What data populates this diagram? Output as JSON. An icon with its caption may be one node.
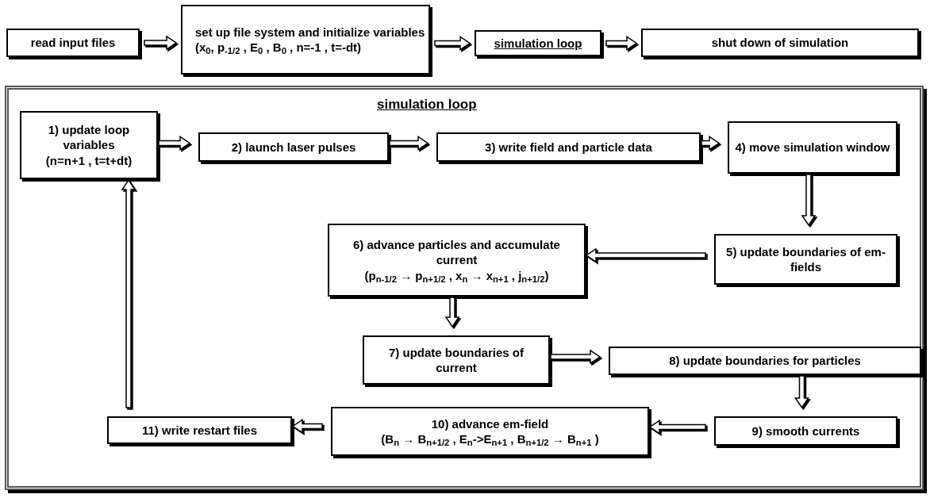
{
  "diagram": {
    "nodes": [
      {
        "text": [
          "read input files"
        ]
      },
      {
        "text": [
          "set up file system and initialize variables",
          "(x$_{0}$, p$_{-1/2}$ , E$_{0}$ , B$_{0}$ , n=-1 , t=-dt)"
        ]
      },
      {
        "text": [
          "simulation loop"
        ]
      },
      {
        "text": [
          "shut down of simulation"
        ]
      },
      {
        "text": [
          "simulation loop"
        ]
      },
      {
        "text": [
          "1) update loop variables",
          "(n=n+1 , t=t+dt)"
        ],
        "in": 4
      },
      {
        "text": [
          "2) launch laser pulses"
        ],
        "in": 4
      },
      {
        "text": [
          "3) write field and particle data"
        ],
        "in": 4
      },
      {
        "text": [
          "4) move simulation window"
        ],
        "in": 4
      },
      {
        "text": [
          "5) update boundaries of em-fields"
        ],
        "in": 4
      },
      {
        "text": [
          "6) advance particles and accumulate current",
          "(p$_{n-1/2}$ → p$_{n+1/2}$ , x$_{n}$ → x$_{n+1}$ , j$_{n+1/2}$)"
        ],
        "in": 4
      },
      {
        "text": [
          "7) update boundaries of current"
        ],
        "in": 4
      },
      {
        "text": [
          "8) update boundaries for particles"
        ],
        "in": 4
      },
      {
        "text": [
          "9) smooth currents"
        ],
        "in": 4
      },
      {
        "text": [
          "10) advance em-field",
          "(B$_{n}$ → B$_{n+1/2}$ ,  E$_{n}$->E$_{n+1}$ , B$_{n+1/2}$ → B$_{n+1}$ )"
        ],
        "in": 4
      },
      {
        "text": [
          "11) write restart files"
        ],
        "in": 4
      }
    ],
    "edges": [
      {
        "from": 0,
        "to": 1,
        "arrow": "to"
      },
      {
        "from": 1,
        "to": 2,
        "arrow": "to"
      },
      {
        "from": 2,
        "to": 3,
        "arrow": "to"
      },
      {
        "from": 5,
        "to": 6,
        "arrow": "to"
      },
      {
        "from": 6,
        "to": 7,
        "arrow": "to"
      },
      {
        "from": 7,
        "to": 8,
        "arrow": "to"
      },
      {
        "from": 8,
        "to": 9,
        "arrow": "to"
      },
      {
        "from": 9,
        "to": 10,
        "arrow": "to"
      },
      {
        "from": 10,
        "to": 11,
        "arrow": "to"
      },
      {
        "from": 11,
        "to": 12,
        "arrow": "to"
      },
      {
        "from": 12,
        "to": 13,
        "arrow": "to"
      },
      {
        "from": 13,
        "to": 14,
        "arrow": "to"
      },
      {
        "from": 14,
        "to": 15,
        "arrow": "to"
      },
      {
        "from": 15,
        "to": 5,
        "arrow": "to"
      }
    ]
  }
}
